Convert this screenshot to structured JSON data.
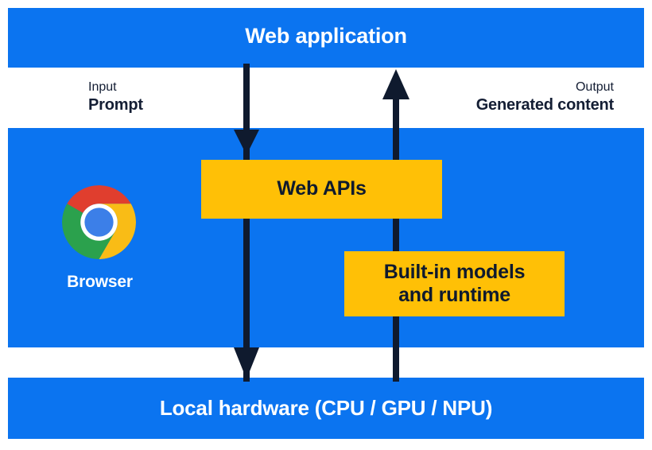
{
  "diagram": {
    "title": "Web application",
    "bands": {
      "top": {
        "label": "Web application"
      },
      "middle": {
        "label": "Browser"
      },
      "bottom": {
        "label": "Local hardware (CPU / GPU / NPU)"
      }
    },
    "flows": {
      "input": {
        "caption": "Input",
        "value": "Prompt",
        "direction": "down"
      },
      "output": {
        "caption": "Output",
        "value": "Generated content",
        "direction": "up"
      }
    },
    "boxes": {
      "web_apis": {
        "label": "Web APIs"
      },
      "builtin_models": {
        "line1": "Built-in models",
        "line2": "and runtime"
      }
    },
    "icons": {
      "browser": "chrome-logo-icon",
      "input_arrow": "arrow-down-icon",
      "output_arrow": "arrow-up-icon"
    },
    "colors": {
      "band_blue": "#0B74F0",
      "box_amber": "#FFC006",
      "arrow_navy": "#0F1A2E",
      "text_on_blue": "#FFFFFF",
      "text_dark": "#141E34",
      "chrome_red": "#E03E2E",
      "chrome_yellow": "#F9BC16",
      "chrome_green": "#2BA14D",
      "chrome_blue": "#3C7FE8",
      "page_background": "#FFFFFF"
    }
  }
}
